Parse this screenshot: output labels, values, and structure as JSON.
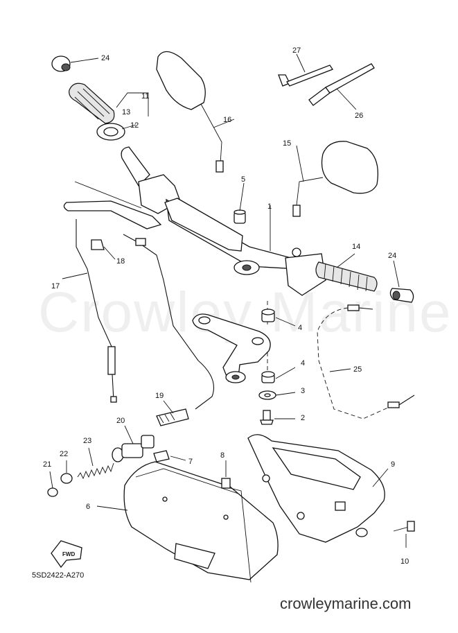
{
  "watermark": "Crowley Marine",
  "footer_url": "crowleymarine.com",
  "diagram_code": "5SD2422-A270",
  "fwd_label": "FWD",
  "callouts": {
    "c1": "1",
    "c2": "2",
    "c3": "3",
    "c4a": "4",
    "c4b": "4",
    "c5": "5",
    "c6": "6",
    "c7": "7",
    "c8": "8",
    "c9": "9",
    "c10": "10",
    "c11": "11",
    "c12": "12",
    "c13": "13",
    "c14": "14",
    "c15": "15",
    "c16": "16",
    "c17": "17",
    "c18": "18",
    "c19": "19",
    "c20": "20",
    "c21": "21",
    "c22": "22",
    "c23": "23",
    "c24a": "24",
    "c24b": "24",
    "c25": "25",
    "c26": "26",
    "c27": "27"
  }
}
